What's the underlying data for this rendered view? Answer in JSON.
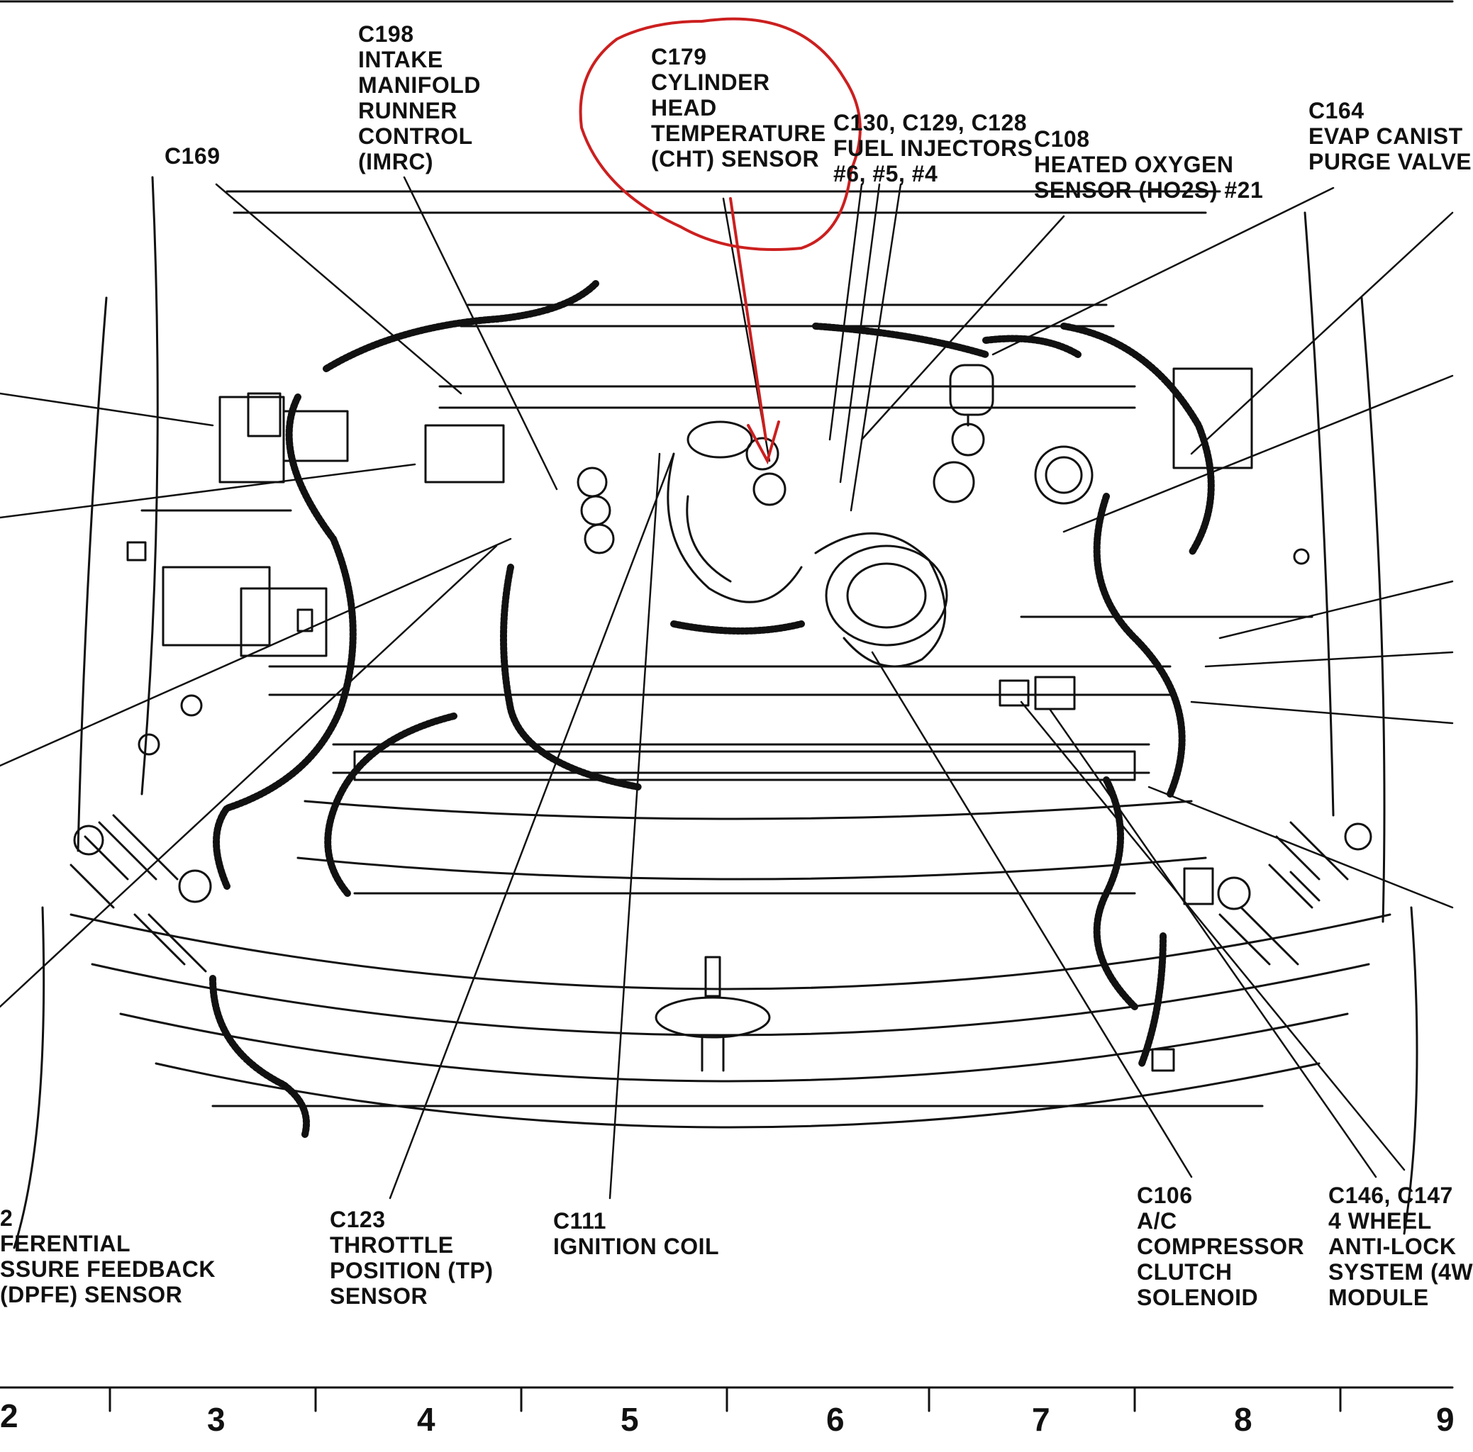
{
  "callouts": {
    "c198": [
      "C198",
      "INTAKE",
      "MANIFOLD",
      "RUNNER",
      "CONTROL",
      "(IMRC)"
    ],
    "c179": [
      "C179",
      "CYLINDER",
      "HEAD",
      "TEMPERATURE",
      "(CHT) SENSOR"
    ],
    "c130": [
      "C130, C129, C128",
      "FUEL INJECTORS",
      "#6, #5, #4"
    ],
    "c108": [
      "C108",
      "HEATED OXYGEN",
      "SENSOR (HO2S) #21"
    ],
    "c164": [
      "C164",
      "EVAP CANIST",
      "PURGE VALVE"
    ],
    "c169": [
      "C169"
    ],
    "dpfe": [
      "2",
      "FERENTIAL",
      "SSURE FEEDBACK",
      "(DPFE) SENSOR"
    ],
    "c123": [
      "C123",
      "THROTTLE",
      "POSITION (TP)",
      "SENSOR"
    ],
    "c111": [
      "C111",
      "IGNITION COIL"
    ],
    "c106": [
      "C106",
      "A/C",
      "COMPRESSOR",
      "CLUTCH",
      "SOLENOID"
    ],
    "c146": [
      "C146, C147",
      "4 WHEEL",
      "ANTI-LOCK",
      "SYSTEM (4W",
      "MODULE"
    ]
  },
  "grid_numbers": [
    "2",
    "3",
    "4",
    "5",
    "6",
    "7",
    "8",
    "9"
  ],
  "colors": {
    "ink": "#111111",
    "highlight": "#cc1f1f"
  }
}
